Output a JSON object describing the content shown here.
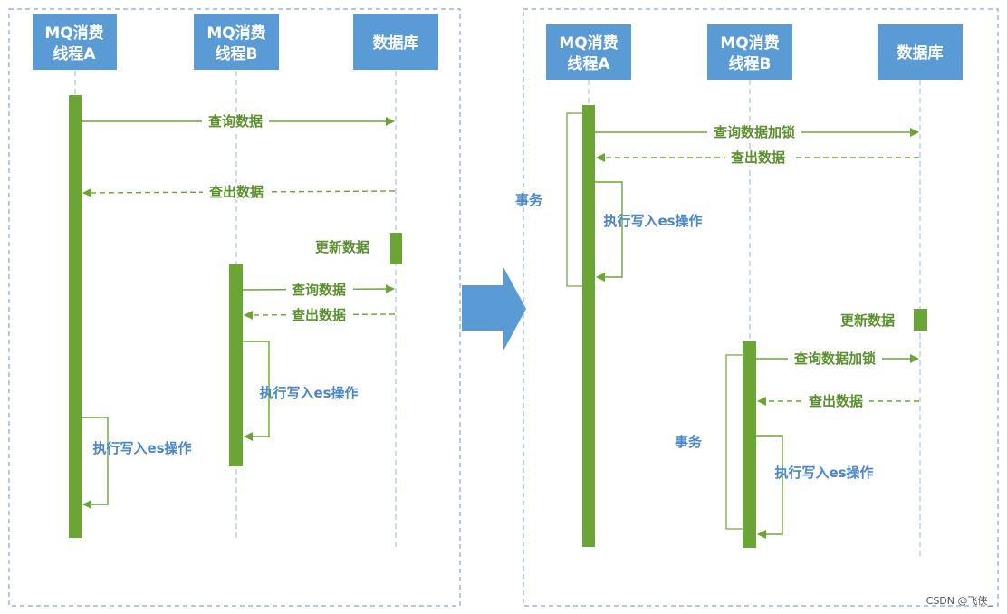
{
  "colors": {
    "bar": "#6aa535",
    "arrow": "#6aa535",
    "header": "#5b9bd5",
    "frame": "#8aa5cf",
    "lifeline": "#9bb7dd",
    "big_arrow": "#5b9bd5",
    "label_green": "#5a8f2e",
    "label_blue": "#4a86c8"
  },
  "left": {
    "headers": {
      "thread_a": [
        "MQ消费",
        "线程A"
      ],
      "thread_b": [
        "MQ消费",
        "线程B"
      ],
      "db": "数据库"
    },
    "messages": {
      "query_a": "查询数据",
      "result_a": "查出数据",
      "update": "更新数据",
      "query_b": "查询数据",
      "result_b": "查出数据",
      "write_b": "执行写入es操作",
      "write_a": "执行写入es操作"
    }
  },
  "right": {
    "headers": {
      "thread_a": [
        "MQ消费",
        "线程A"
      ],
      "thread_b": [
        "MQ消费",
        "线程B"
      ],
      "db": "数据库"
    },
    "messages": {
      "query_lock_a": "查询数据加锁",
      "result_a": "查出数据",
      "tx_a": "事务",
      "write_a": "执行写入es操作",
      "update": "更新数据",
      "query_lock_b": "查询数据加锁",
      "result_b": "查出数据",
      "tx_b": "事务",
      "write_b": "执行写入es操作"
    }
  },
  "watermark": "CSDN @飞侠_"
}
